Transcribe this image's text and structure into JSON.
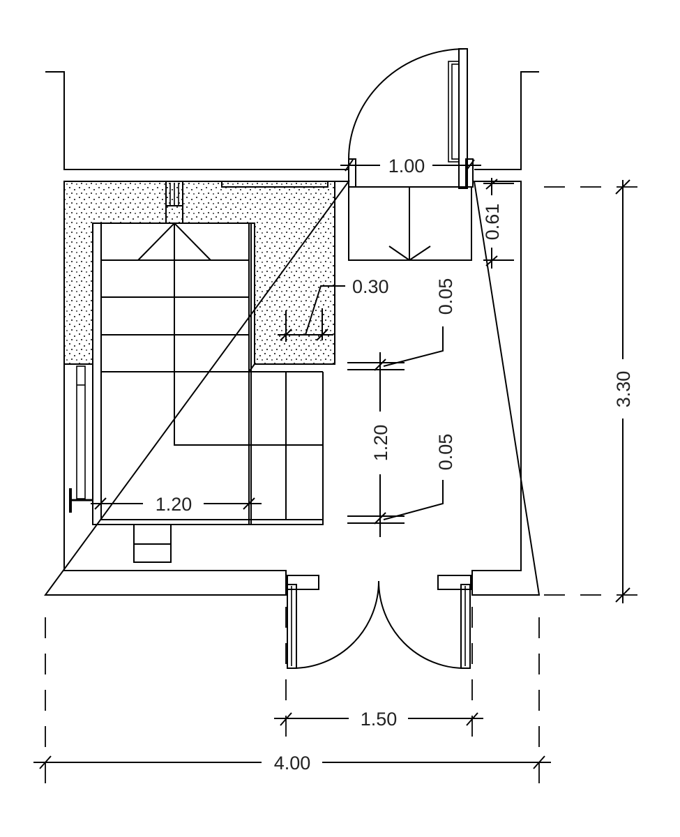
{
  "title": "Floor plan with stair and entrance doors",
  "colors": {
    "line": "#000000",
    "background": "#ffffff",
    "text": "#222222"
  },
  "dimensions": {
    "top_door_width": "1.00",
    "landing_depth": "0.61",
    "overall_depth": "3.30",
    "wall_offset": "0.30",
    "gap_top": "0.05",
    "gap_bottom": "0.05",
    "stair_length": "1.20",
    "stair_width": "1.20",
    "entrance_width": "1.50",
    "overall_width": "4.00"
  }
}
